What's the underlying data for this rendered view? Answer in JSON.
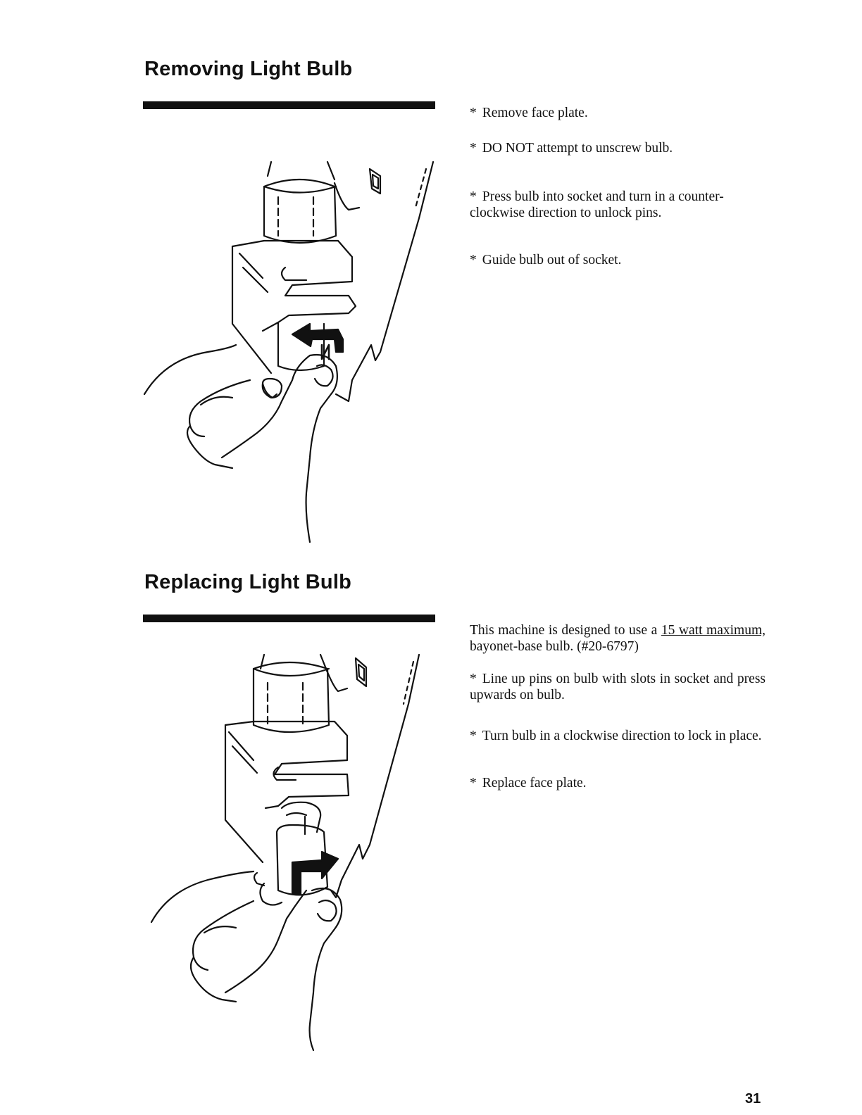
{
  "section_removing": {
    "title": "Removing Light Bulb",
    "bullet_symbol": "*",
    "steps": [
      "Remove face plate.",
      "DO NOT attempt to unscrew bulb.",
      "Press bulb into socket and turn in a counter-clockwise direction to unlock pins.",
      "Guide bulb out of socket."
    ]
  },
  "section_replacing": {
    "title": "Replacing Light Bulb",
    "intro_pre": "This machine is designed to use a ",
    "intro_underlined": "15 watt maximum,",
    "intro_post": " bayonet-base bulb. (#20-6797)",
    "bullet_symbol": "*",
    "steps": [
      "Line up pins on bulb with slots in socket and press upwards on bulb.",
      "Turn bulb in a clockwise direction to lock in place.",
      "Replace face plate."
    ]
  },
  "page_number": "31"
}
